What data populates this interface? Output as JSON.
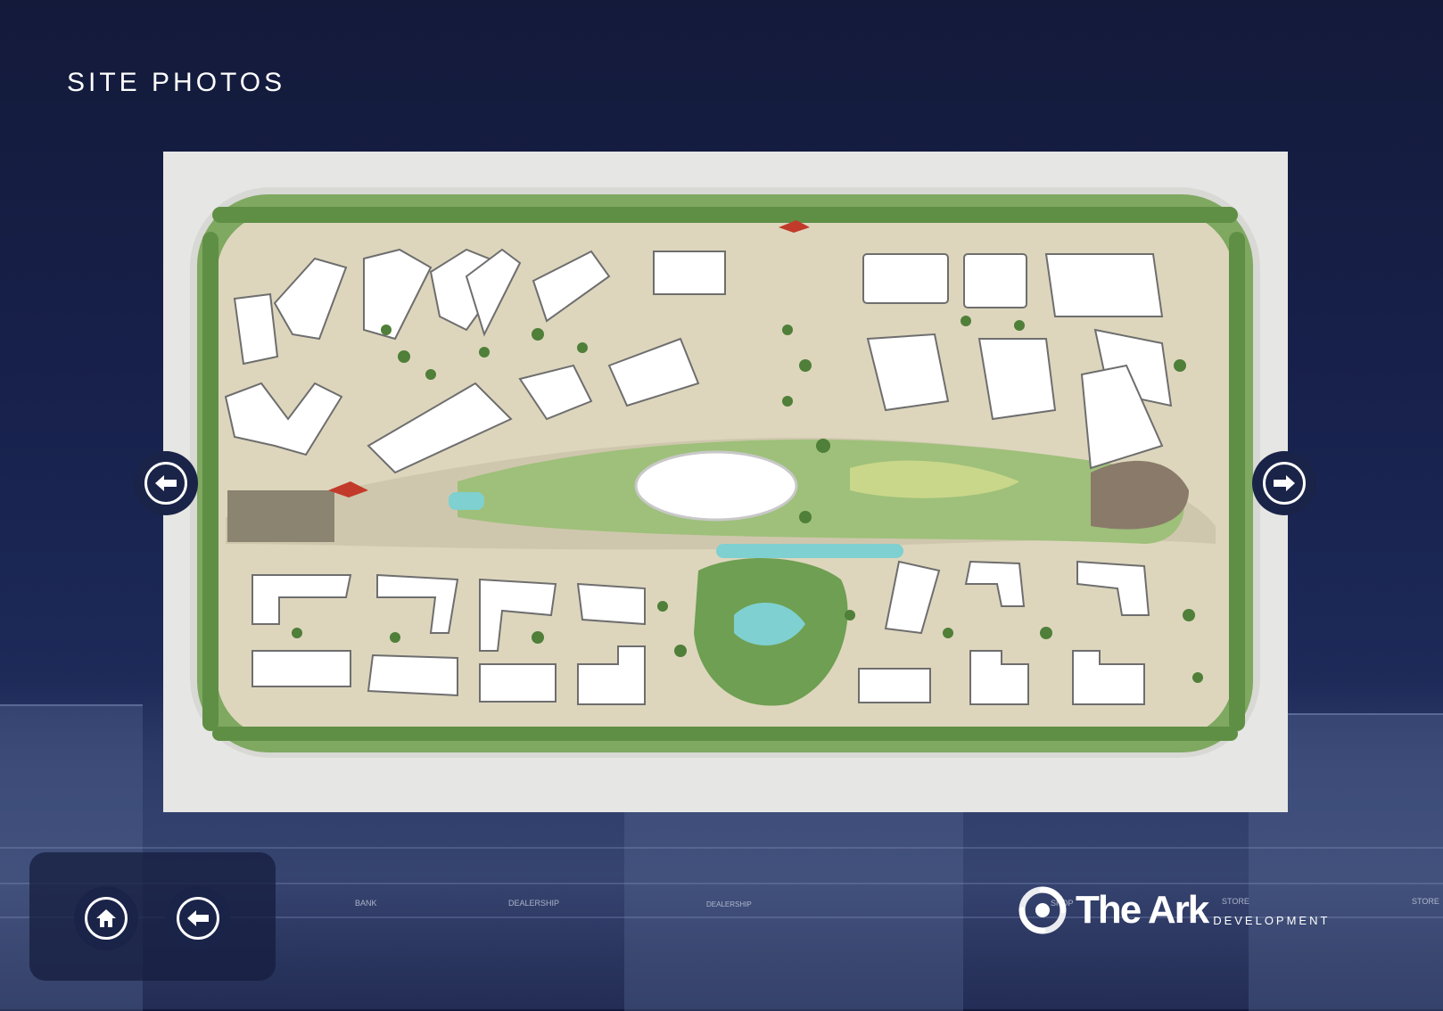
{
  "page": {
    "title": "SITE PHOTOS"
  },
  "gallery": {
    "prev_icon": "arrow-left-icon",
    "next_icon": "arrow-right-icon",
    "image_alt": "Master plan aerial view"
  },
  "footer": {
    "home_icon": "home-icon",
    "back_icon": "arrow-left-icon"
  },
  "brand": {
    "name": "The Ark",
    "sub": "DEVELOPMENT"
  },
  "background_signs": [
    "BANK",
    "DEALERSHIP",
    "DEALERSHIP",
    "SHOP",
    "STORE",
    "STORE"
  ],
  "colors": {
    "navy": "#1a2348",
    "white": "#ffffff",
    "green": "#6a9a4a"
  }
}
